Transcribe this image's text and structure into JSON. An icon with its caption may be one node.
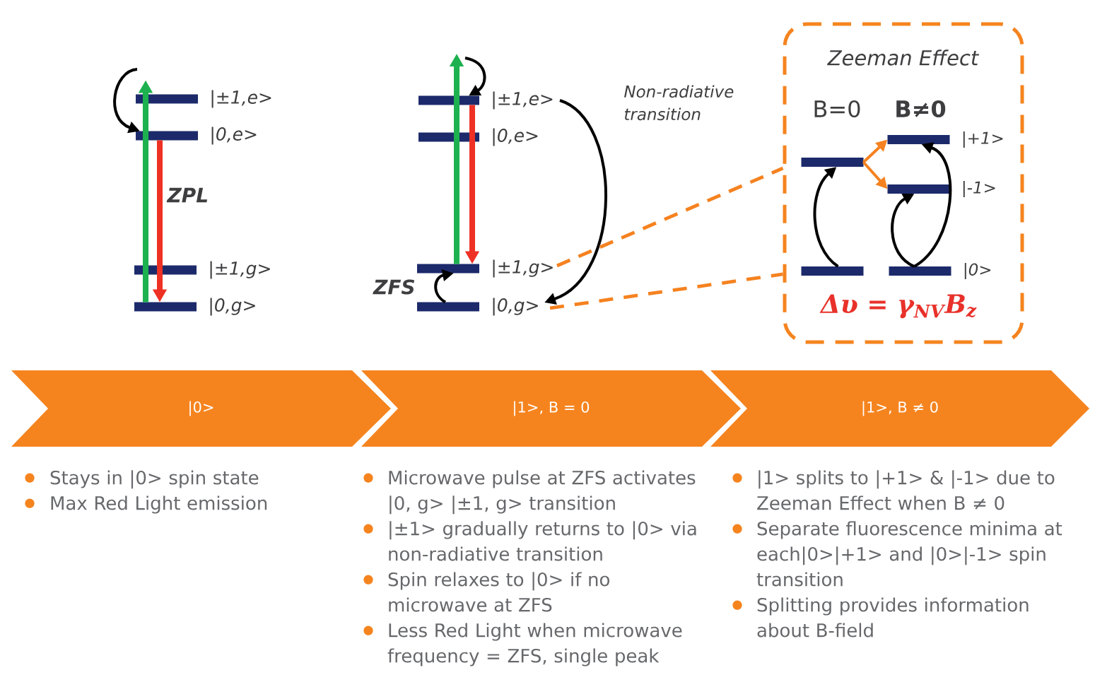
{
  "diagram": {
    "nodes": [
      {
        "text": [],
        "shape": "bar",
        "beside": [
          "|±1,e>"
        ]
      },
      {
        "text": [],
        "shape": "bar",
        "beside": [
          "|0,e>"
        ]
      },
      {
        "text": [],
        "shape": "bar",
        "beside": [
          "|±1,g>"
        ]
      },
      {
        "text": [],
        "shape": "bar",
        "beside": [
          "|0,g>"
        ]
      },
      {
        "text": [],
        "shape": "bar",
        "beside": [
          "|±1,e>"
        ]
      },
      {
        "text": [],
        "shape": "bar",
        "beside": [
          "|0,e>"
        ]
      },
      {
        "text": [],
        "shape": "bar",
        "beside": [
          "|±1,g>"
        ]
      },
      {
        "text": [],
        "shape": "bar",
        "beside": [
          "|0,g>"
        ]
      },
      {
        "text": [
          "Zeeman Effect",
          "Δυ = γ$_{NV}$B$_{z}$"
        ]
      },
      {
        "text": [],
        "shape": "bar",
        "in": 8
      },
      {
        "text": [],
        "shape": "bar",
        "in": 8
      },
      {
        "text": [],
        "shape": "bar",
        "in": 8,
        "beside": [
          "|+1>"
        ]
      },
      {
        "text": [],
        "shape": "bar",
        "in": 8,
        "beside": [
          "|-1>"
        ]
      },
      {
        "text": [],
        "shape": "bar",
        "in": 8,
        "beside": [
          "|0>"
        ]
      },
      {
        "text": [
          "|0>"
        ]
      },
      {
        "text": [
          "|1>, B = 0"
        ]
      },
      {
        "text": [
          "|1>, B ≠ 0"
        ]
      }
    ],
    "edges": [
      {
        "from": 3,
        "to": 0,
        "arrow": "to",
        "style": "thick",
        "color": "#1db14f"
      },
      {
        "from": null,
        "to": 1,
        "arrow": "to"
      },
      {
        "from": 1,
        "to": 3,
        "arrow": "to",
        "style": "thick",
        "color": "#ee3124"
      },
      {
        "from": 6,
        "to": null,
        "arrow": "to",
        "style": "thick",
        "color": "#1db14f"
      },
      {
        "from": null,
        "to": 4,
        "arrow": "to"
      },
      {
        "from": 4,
        "to": 6,
        "arrow": "to",
        "style": "thick",
        "color": "#ee3124"
      },
      {
        "from": 7,
        "to": 6,
        "arrow": "to"
      },
      {
        "from": 4,
        "to": 7,
        "arrow": "to",
        "label": "Non-radiative transition"
      },
      {
        "from": 6,
        "to": 8,
        "arrow": "none",
        "style": "dashed",
        "color": "#f58220"
      },
      {
        "from": 7,
        "to": 8,
        "arrow": "none",
        "style": "dashed",
        "color": "#f58220"
      },
      {
        "from": 9,
        "to": 11,
        "arrow": "to",
        "color": "#f58220"
      },
      {
        "from": 9,
        "to": 12,
        "arrow": "to",
        "color": "#f58220"
      },
      {
        "from": 10,
        "to": 9,
        "arrow": "to"
      },
      {
        "from": 13,
        "to": 12,
        "arrow": "to"
      },
      {
        "from": 13,
        "to": 11,
        "arrow": "to"
      }
    ],
    "labels": [
      "ZPL",
      "ZFS",
      "B=0",
      "B≠0",
      "Stays in |0> spin state",
      "Max Red Light emission",
      "Microwave pulse at ZFS activates |0, g> |±1, g> transition",
      "|±1> gradually returns to |0> via non-radiative transition",
      "Spin relaxes to |0> if no microwave at ZFS",
      "Less Red Light when microwave frequency = ZFS, single peak",
      "|1> splits to |+1> & |-1> due to Zeeman Effect when B ≠ 0",
      "Separate fluorescence minima at each|0>|+1> and |0>|-1> spin transition",
      "Splitting provides information about B-field"
    ]
  }
}
